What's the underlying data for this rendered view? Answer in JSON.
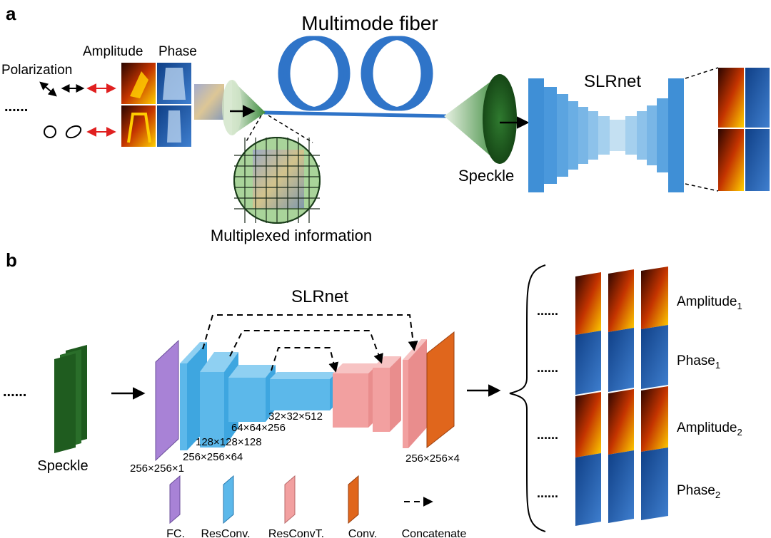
{
  "panel_a": {
    "letter": "a",
    "fiber_title": "Multimode fiber",
    "amplitude": "Amplitude",
    "phase": "Phase",
    "polarization": "Polarization",
    "dots": "......",
    "net_name": "SLRnet",
    "speckle": "Speckle",
    "multiplexed": "Multiplexed information"
  },
  "panel_b": {
    "letter": "b",
    "net_name": "SLRnet",
    "speckle": "Speckle",
    "dots": "......",
    "dims": {
      "d1": "256×256×1",
      "d2": "256×256×64",
      "d3": "128×128×128",
      "d4": "64×64×256",
      "d5": "32×32×512",
      "d6": "256×256×4"
    },
    "outputs": [
      {
        "label": "Amplitude",
        "sub": "1"
      },
      {
        "label": "Phase",
        "sub": "1"
      },
      {
        "label": "Amplitude",
        "sub": "2"
      },
      {
        "label": "Phase",
        "sub": "2"
      }
    ],
    "legend": {
      "fc": "FC.",
      "resconv": "ResConv.",
      "resconvt": "ResConvT.",
      "conv": "Conv.",
      "concat": "Concatenate"
    }
  },
  "colors": {
    "fc": "#a882d6",
    "resconv": "#5cb8ea",
    "resconvt": "#f2a0a0",
    "conv": "#e0661c",
    "fiber": "#2f74c8",
    "speckle": "#2d6a2d",
    "red_arrow": "#e02020"
  }
}
